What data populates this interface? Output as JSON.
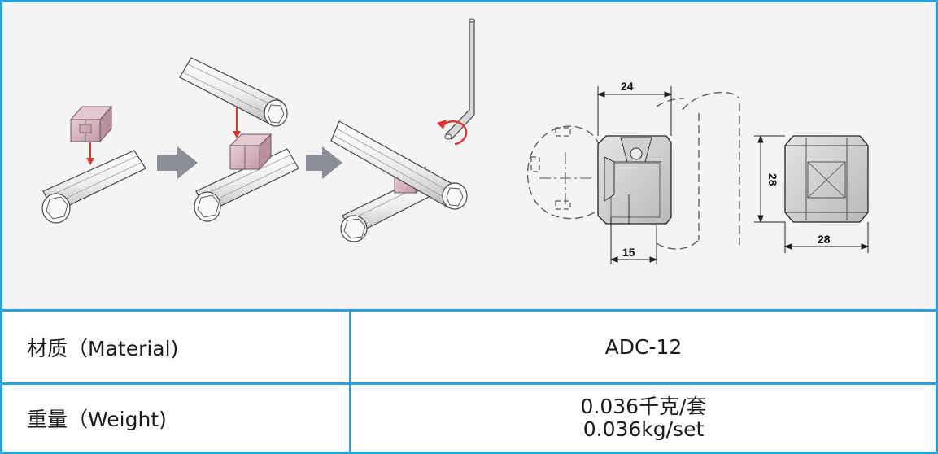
{
  "figure": {
    "dimensions": {
      "top_width": "24",
      "slot_depth": "15",
      "side_height": "28",
      "side_width": "28"
    }
  },
  "specs": [
    {
      "label": "材质（Material)",
      "values": [
        "ADC-12"
      ]
    },
    {
      "label": "重量（Weight)",
      "values": [
        "0.036千克/套",
        "0.036kg/set"
      ]
    }
  ],
  "colors": {
    "border": "#2a9fd8",
    "figure_background": "#f4f4f4",
    "connector": "#d7b5bf",
    "arrow_red": "#e0332b",
    "step_arrow": "#8c8f96"
  }
}
